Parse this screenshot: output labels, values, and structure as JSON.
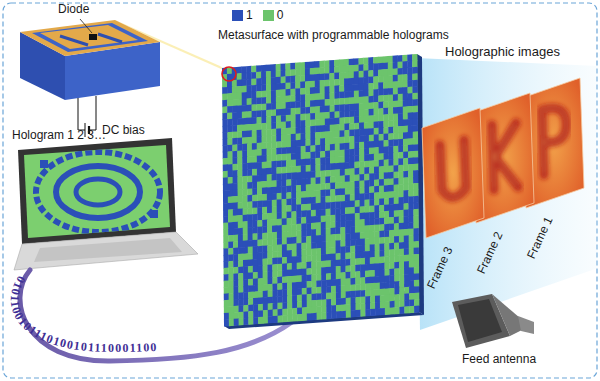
{
  "diagram": {
    "nodes": [
      {
        "text": [
          "Metasurface with programmable holograms"
        ]
      },
      {
        "text": [
          "Frame 3"
        ]
      },
      {
        "text": [
          "Frame 2"
        ]
      },
      {
        "text": [
          "Frame 1"
        ]
      }
    ],
    "labels": [
      "Diode",
      "DC bias",
      "Hologram 1 2 3…",
      "Holographic images",
      "Feed antenna",
      "0101100101110100101110001100"
    ],
    "legend": [
      {
        "text": "1",
        "color": "#2b4fb8"
      },
      {
        "text": "0",
        "color": "#6cc46c"
      }
    ]
  }
}
